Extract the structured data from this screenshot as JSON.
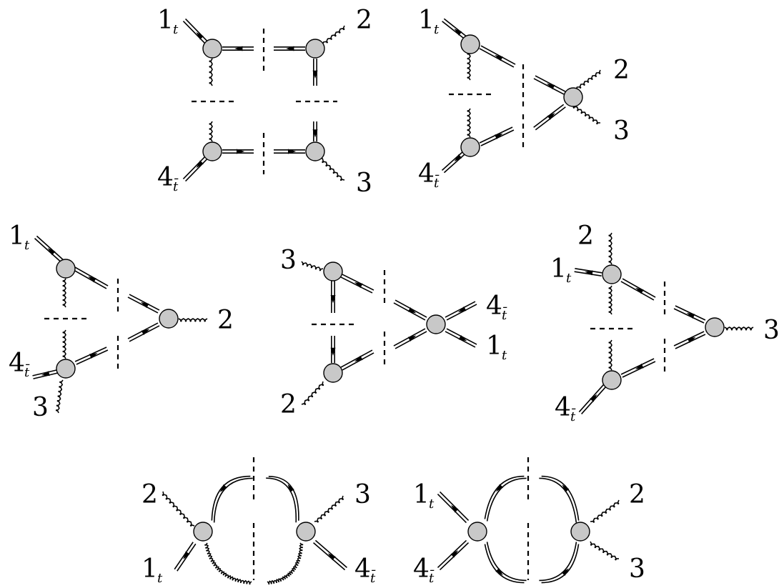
{
  "labels": {
    "num1": "1",
    "num2": "2",
    "num3": "3",
    "num4": "4",
    "sub_top": "t",
    "sub_antitop": "t̄"
  }
}
